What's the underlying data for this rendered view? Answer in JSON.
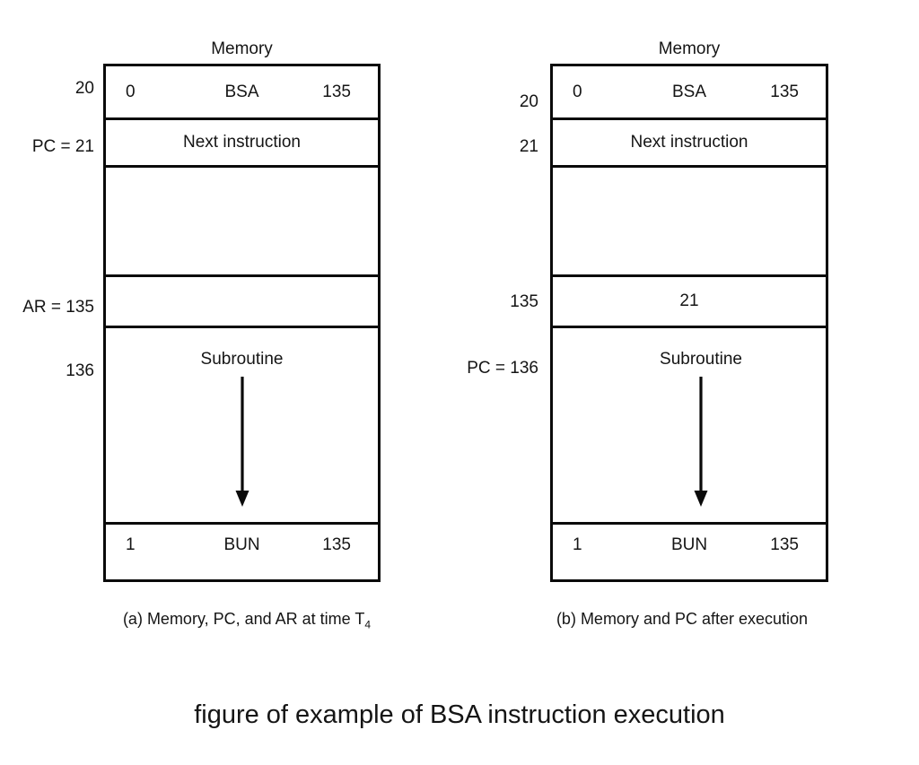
{
  "figure": {
    "title": "figure of example of BSA instruction execution"
  },
  "panel_a": {
    "memory_title": "Memory",
    "labels": {
      "addr20": "20",
      "pc": "PC = 21",
      "ar": "AR = 135",
      "addr136": "136"
    },
    "rows": {
      "bsa": {
        "ibit": "0",
        "opcode": "BSA",
        "address": "135"
      },
      "next_instruction": "Next instruction",
      "return_cell": "",
      "subroutine": "Subroutine",
      "bun": {
        "ibit": "1",
        "opcode": "BUN",
        "address": "135"
      }
    },
    "caption": {
      "text": "(a) Memory, PC, and AR at time T",
      "subscript": "4"
    }
  },
  "panel_b": {
    "memory_title": "Memory",
    "labels": {
      "addr20": "20",
      "addr21": "21",
      "addr135": "135",
      "pc": "PC = 136"
    },
    "rows": {
      "bsa": {
        "ibit": "0",
        "opcode": "BSA",
        "address": "135"
      },
      "next_instruction": "Next instruction",
      "return_cell": "21",
      "subroutine": "Subroutine",
      "bun": {
        "ibit": "1",
        "opcode": "BUN",
        "address": "135"
      }
    },
    "caption": {
      "text": "(b) Memory and PC after execution",
      "subscript": ""
    }
  },
  "colors": {
    "line": "#0a0a0a",
    "text": "#151515",
    "background": "#ffffff"
  }
}
